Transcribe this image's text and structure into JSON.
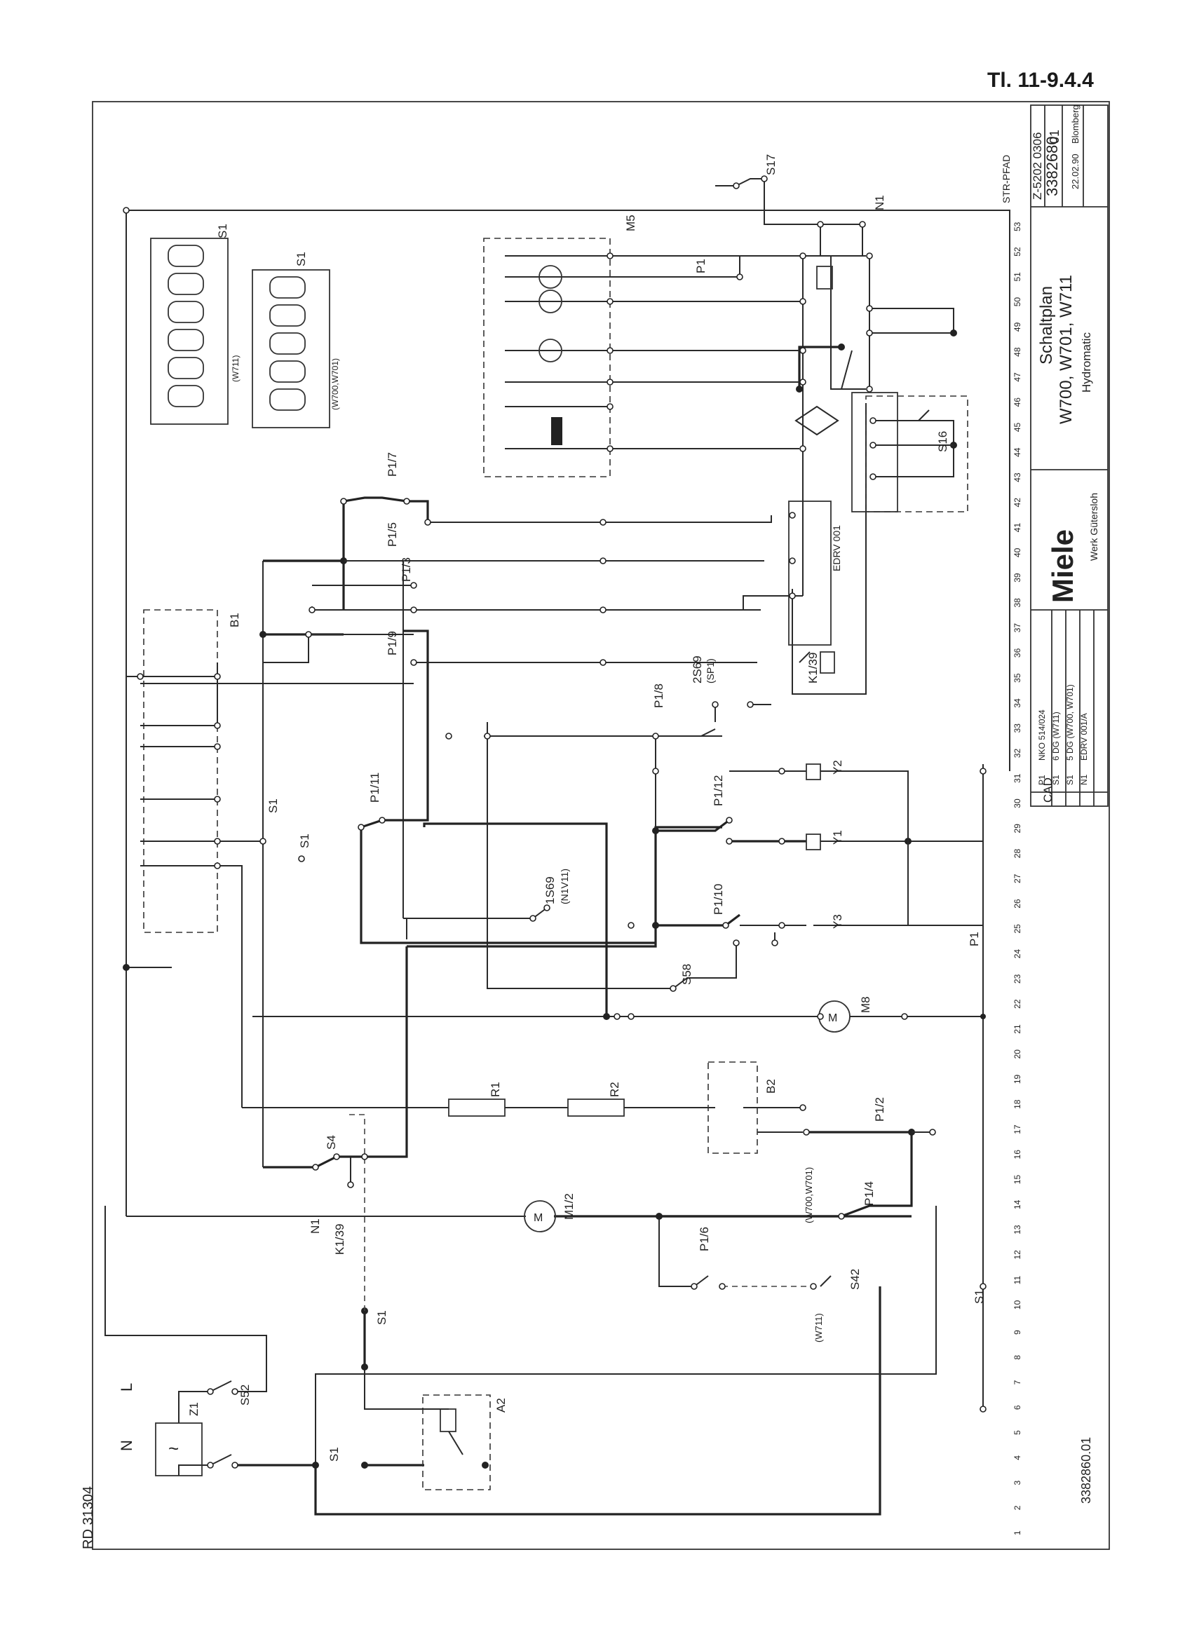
{
  "doc": {
    "ref_top": "Tl. 11-9.4.4",
    "ref_side": "RD 31304",
    "drawing_no_bottom": "3382860.01",
    "current_path": "STR-PFAD"
  },
  "title_block": {
    "title": "Schaltplan",
    "models": "W700, W701, W711",
    "product": "Hydromatic",
    "brand": "Miele",
    "brand_sub": "Werk Gütersloh",
    "number_top": "Z-5202 0306",
    "part_no": "3382680",
    "sheet": "01",
    "date": "22.02.90",
    "drawn_by": "Blomberg",
    "cad": "CAD",
    "parts": [
      {
        "ref": "P1",
        "desc": "NKO 514/024"
      },
      {
        "ref": "S1",
        "desc": "6 DG (W711)"
      },
      {
        "ref": "S1",
        "desc": "5 DG (W700, W701)"
      },
      {
        "ref": "N1",
        "desc": "EDRV 001/A"
      }
    ]
  },
  "path_numbers": [
    "1",
    "2",
    "3",
    "4",
    "5",
    "6",
    "7",
    "8",
    "9",
    "10",
    "11",
    "12",
    "13",
    "14",
    "15",
    "16",
    "17",
    "18",
    "19",
    "20",
    "21",
    "22",
    "23",
    "24",
    "25",
    "26",
    "27",
    "28",
    "29",
    "30",
    "31",
    "32",
    "33",
    "34",
    "35",
    "36",
    "37",
    "38",
    "39",
    "40",
    "41",
    "42",
    "43",
    "44",
    "45",
    "46",
    "47",
    "48",
    "49",
    "50",
    "51",
    "52",
    "53"
  ],
  "components": {
    "z1": "Z1",
    "s52": "S52",
    "a2": "A2",
    "s1": "S1",
    "n_in": "N",
    "l_in": "L",
    "k1_39": "K1/39",
    "n1_coil": "N1",
    "s42": "S42",
    "s42_note": "(W711)",
    "p1_6": "P1/6",
    "p1_4": "P1/4",
    "p1_2": "P1/2",
    "m1_2": "M1/2",
    "s4": "S4",
    "r1": "R1",
    "r2": "R2",
    "b2": "B2",
    "m8": "M8",
    "s58": "S58",
    "p1_10": "P1/10",
    "p1_12": "P1/12",
    "y1": "Y1",
    "y2": "Y2",
    "y3": "Y3",
    "s69": "1S69",
    "s69_note": "(N1V11)",
    "p1_11": "P1/11",
    "b1": "B1",
    "p1_9": "P1/9",
    "p1_8": "P1/8",
    "s69b": "2S69",
    "s69b_note": "(SP1)",
    "p1_3": "P1/3",
    "p1_5": "P1/5",
    "p1_7": "P1/7",
    "k1_39b": "K1/39",
    "edrv": "EDRV 001",
    "s16": "S16",
    "n1": "N1",
    "m5": "M5",
    "p1": "P1",
    "s17": "S17",
    "s1_tab_top": "S1",
    "s1_tab_top_sub": "(W711)",
    "s1_tab_bot": "S1",
    "s1_tab_bot_sub": "(W700,W701)",
    "w700_note": "(W700,W701)",
    "p1_bus": "P1"
  }
}
